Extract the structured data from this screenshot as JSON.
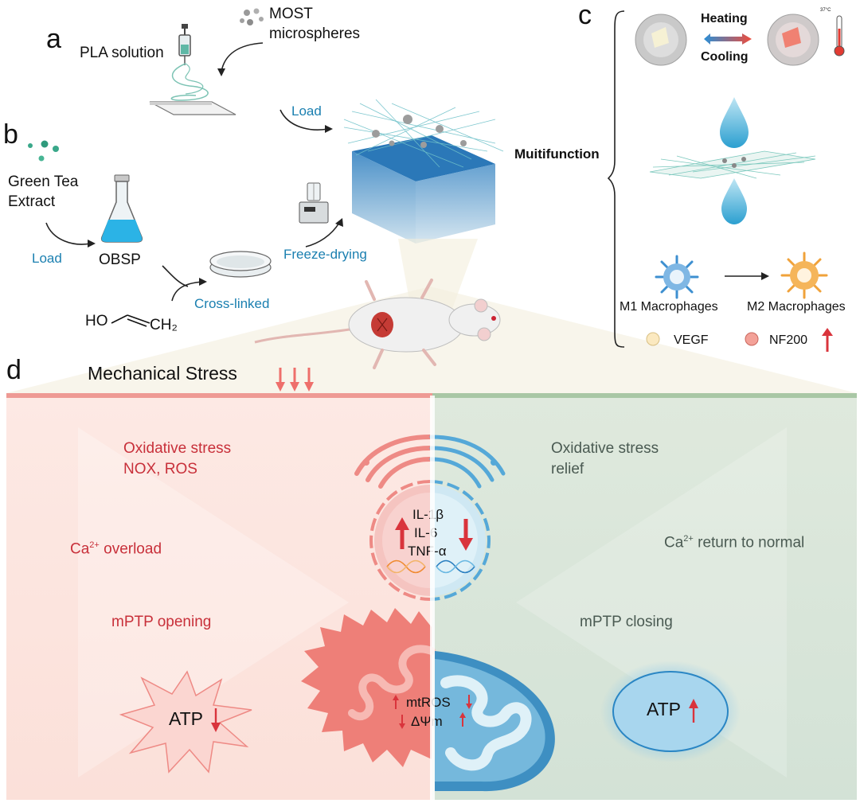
{
  "panels": {
    "a": "a",
    "b": "b",
    "c": "c",
    "d": "d"
  },
  "panel_a": {
    "pla_solution": "PLA solution",
    "most_microspheres_line1": "MOST",
    "most_microspheres_line2": "microspheres",
    "load": "Load"
  },
  "panel_b": {
    "green_tea_line1": "Green Tea",
    "green_tea_line2": "Extract",
    "load": "Load",
    "obsp": "OBSP",
    "cross_linked": "Cross-linked",
    "freeze_drying": "Freeze-drying",
    "ho": "HO",
    "ch2": "CH₂",
    "multifunction": "Muitifunction"
  },
  "panel_c": {
    "heating": "Heating",
    "cooling": "Cooling",
    "thermo_label": "37°C",
    "m1": "M1 Macrophages",
    "m2": "M2 Macrophages",
    "vegf": "VEGF",
    "nf200": "NF200"
  },
  "panel_d": {
    "mechanical_stress": "Mechanical Stress",
    "left": {
      "oxidative_line1": "Oxidative stress",
      "oxidative_line2": "NOX, ROS",
      "ca_overload_pre": "Ca",
      "ca_overload_sup": "2+",
      "ca_overload_post": " overload",
      "mptp": "mPTP opening",
      "atp": "ATP"
    },
    "right": {
      "oxidative_line1": "Oxidative stress",
      "oxidative_line2": "relief",
      "ca_pre": "Ca",
      "ca_sup": "2+",
      "ca_post": " return to normal",
      "mptp": "mPTP closing",
      "atp": "ATP"
    },
    "center": {
      "il1b": "IL-1β",
      "il6": "IL-6",
      "tnfa": "TNF-α",
      "mtros": "mtROS",
      "dpsim": "ΔΨm"
    }
  },
  "colors": {
    "red_text": "#c8303a",
    "blue_text": "#1a7fb0",
    "green_text": "#4a5a52",
    "arrow_red": "#d9343c",
    "left_bg": "#fde9e4",
    "right_bg": "#dfe9dd"
  }
}
